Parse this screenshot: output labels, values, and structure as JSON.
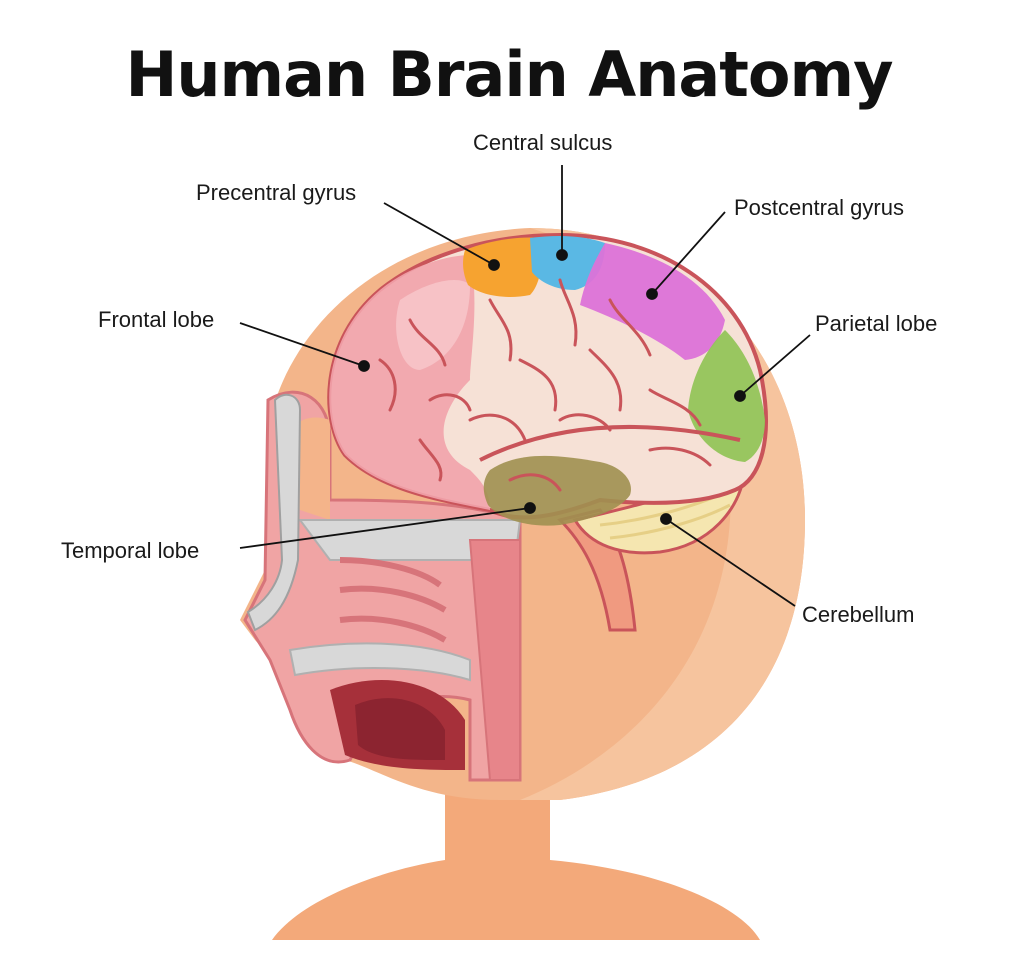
{
  "title": "Human Brain Anatomy",
  "labels": {
    "central_sulcus": "Central sulcus",
    "precentral_gyrus": "Precentral gyrus",
    "postcentral_gyrus": "Postcentral gyrus",
    "frontal_lobe": "Frontal lobe",
    "parietal_lobe": "Parietal lobe",
    "temporal_lobe": "Temporal lobe",
    "cerebellum": "Cerebellum"
  },
  "colors": {
    "skin": "#f3b58a",
    "skin_dark": "#eea06e",
    "brain_base": "#f6e1d6",
    "brain_outline": "#c9545a",
    "frontal": "#f2a3ab",
    "precentral": "#f6a330",
    "central": "#5ab8e4",
    "postcentral": "#dc72d8",
    "parietal": "#93c45a",
    "temporal": "#a09050",
    "cerebellum": "#f5e6b0",
    "nasal_pink": "#f0a4a4",
    "mouth": "#a6303a",
    "bone": "#d8d8d8"
  }
}
